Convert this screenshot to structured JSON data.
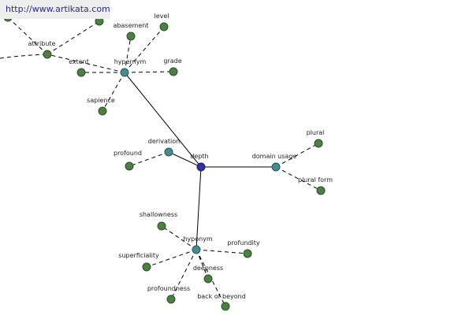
{
  "watermark": {
    "text": "http://www.artikata.com"
  },
  "graph": {
    "root": "depth",
    "groups": {
      "hypernym": [
        "abasement",
        "level",
        "attribute",
        "extent",
        "grade",
        "sapience"
      ],
      "derivation": [
        "profound"
      ],
      "domain usage": [
        "plural",
        "plural form"
      ],
      "hyponym": [
        "shallowness",
        "superficiality",
        "profundity",
        "deepness",
        "profoundness",
        "back of beyond"
      ]
    },
    "colors": {
      "leaf": "#4e7d45",
      "relation": "#4a8a8c",
      "root": "#33339a"
    }
  }
}
